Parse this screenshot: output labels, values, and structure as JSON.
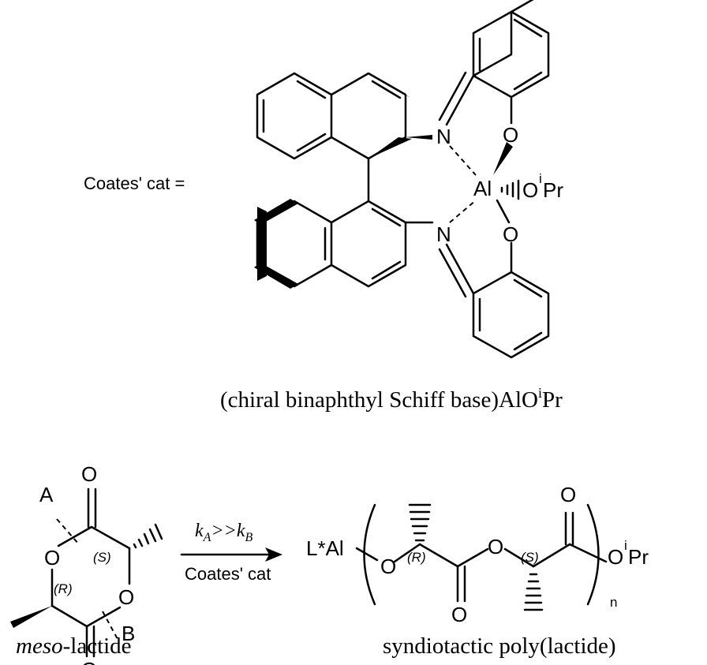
{
  "catalyst": {
    "label": "Coates' cat  =",
    "atoms": {
      "N": "N",
      "O": "O",
      "Al": "Al",
      "O_iPr_O": "O",
      "O_iPr_sup": "i",
      "O_iPr_Pr": "Pr"
    },
    "caption_main": "(chiral binaphthyl Schiff base)AlO",
    "caption_sup": "i",
    "caption_end": "Pr"
  },
  "reaction": {
    "reactant": {
      "A": "A",
      "B": "B",
      "O": "O",
      "S": "(S)",
      "R": "(R)",
      "caption_italic": "meso",
      "caption_rest": "-lactide"
    },
    "arrow": {
      "k_a": "k",
      "sub_a": "A",
      "gtgt": ">>",
      "k_b": "k",
      "sub_b": "B",
      "below": "Coates' cat"
    },
    "product": {
      "L_Al": "L*Al",
      "O": "O",
      "R": "(R)",
      "S": "(S)",
      "n": "n",
      "end_O": "O",
      "end_sup": "i",
      "end_Pr": "Pr",
      "caption": "syndiotactic poly(lactide)"
    }
  }
}
